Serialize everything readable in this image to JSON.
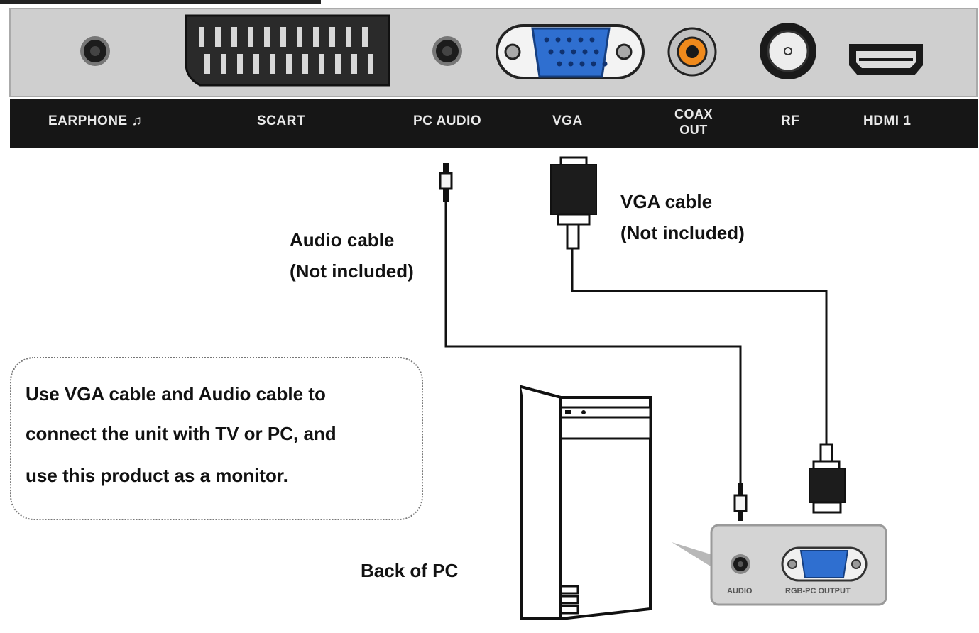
{
  "tv_panel": {
    "ports": [
      {
        "id": "earphone",
        "label": "EARPHONE ♫"
      },
      {
        "id": "scart",
        "label": "SCART"
      },
      {
        "id": "pc_audio",
        "label": "PC AUDIO"
      },
      {
        "id": "vga",
        "label": "VGA"
      },
      {
        "id": "coax_out",
        "label_line1": "COAX",
        "label_line2": "OUT"
      },
      {
        "id": "rf",
        "label": "RF"
      },
      {
        "id": "hdmi1",
        "label": "HDMI 1"
      }
    ]
  },
  "cables": {
    "audio": {
      "line1": "Audio cable",
      "line2": "(Not included)"
    },
    "vga": {
      "line1": "VGA cable",
      "line2": "(Not included)"
    }
  },
  "note": {
    "line1": "Use VGA cable and Audio cable to",
    "line2": "connect the unit with TV or PC, and",
    "line3": "use this product as a monitor."
  },
  "pc": {
    "caption": "Back of PC",
    "audio_port_label": "AUDIO",
    "vga_port_label": "RGB-PC OUTPUT"
  },
  "colors": {
    "panel": "#c9c9c9",
    "label_bar": "#1a1a1a",
    "vga_blue": "#2f6fd0",
    "coax_orange": "#f08a1c"
  }
}
